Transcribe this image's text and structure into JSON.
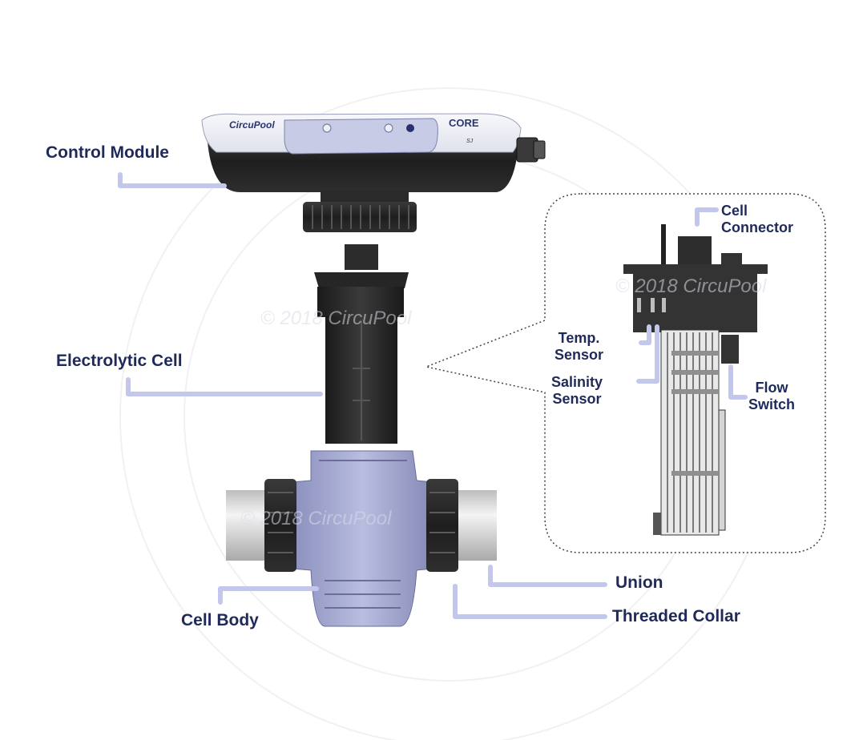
{
  "labels": {
    "control_module": "Control Module",
    "electrolytic_cell": "Electrolytic Cell",
    "cell_body": "Cell Body",
    "union": "Union",
    "threaded_collar": "Threaded Collar",
    "cell_connector": [
      "Cell",
      "Connector"
    ],
    "temp_sensor": [
      "Temp.",
      "Sensor"
    ],
    "salinity_sensor": [
      "Salinity",
      "Sensor"
    ],
    "flow_switch": [
      "Flow",
      "Switch"
    ]
  },
  "device": {
    "brand_logo": "CircuPool",
    "model_logo": "CORE",
    "model_sub": "SJ"
  },
  "watermark": "© 2018 CircuPool",
  "colors": {
    "label_text": "#1f2a5a",
    "leader_line": "#c3c7ec",
    "module_white": "#eef0f6",
    "module_dark": "#2b2b2b",
    "screen_panel": "#c9cde8",
    "cell_body_blue": "#a7abd1",
    "pipe_grey": "#d9d9d9",
    "plate_grey": "#b8b8b8"
  },
  "icons": {
    "diagram": "exploded-salt-chlorinator-diagram"
  }
}
